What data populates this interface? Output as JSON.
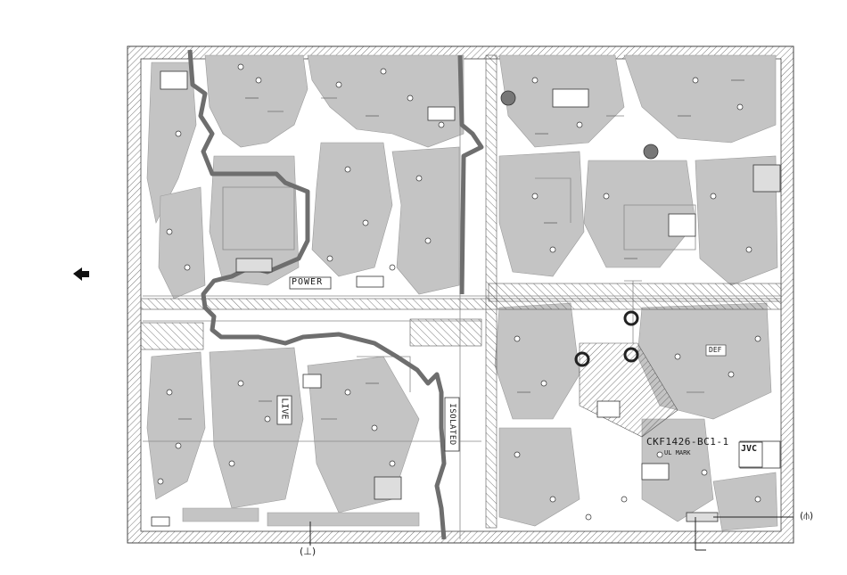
{
  "labels": {
    "power": "POWER",
    "live": "LIVE",
    "isolated": "ISOLATED",
    "part_number": "CKF1426-BC1-1",
    "ul_mark": "UL MARK",
    "brand": "JVC",
    "def": "DEF",
    "ground_symbol": "(⊥)",
    "hot_symbol": "(⫛)"
  },
  "icons": {
    "arrow": "arrow-left-icon",
    "ground": "ground-icon"
  },
  "colors": {
    "trace": "#b5b5b5",
    "isolation_line": "#7a7a7a",
    "background": "#ffffff"
  }
}
